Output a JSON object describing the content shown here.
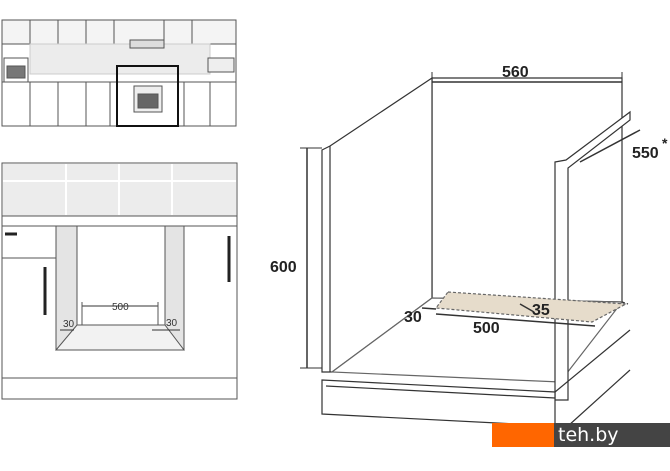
{
  "main_diagram": {
    "width_label": "560",
    "depth_label": "550",
    "depth_mark": "*",
    "height_label": "600",
    "cutout_offset_label": "30",
    "cutout_width_label": "500",
    "cutout_depth_label": "35"
  },
  "front_view": {
    "opening_width_label": "500",
    "left_offset_label": "30",
    "right_offset_label": "30"
  },
  "watermark": {
    "text": "teh.by"
  },
  "colors": {
    "cutout_fill": "#e6dccb",
    "watermark_orange": "#ff6600",
    "watermark_dark": "#444444"
  }
}
